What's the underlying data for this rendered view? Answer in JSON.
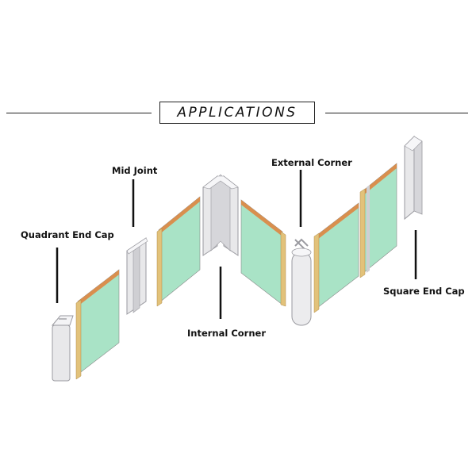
{
  "header": {
    "title": "APPLICATIONS"
  },
  "labels": {
    "quadrant_end_cap": "Quadrant End Cap",
    "mid_joint": "Mid Joint",
    "internal_corner": "Internal Corner",
    "external_corner": "External Corner",
    "square_end_cap": "Square End Cap"
  },
  "colors": {
    "panel_face": "#a9e3c6",
    "panel_edge": "#d98f4e",
    "panel_side": "#e2c27a",
    "profile": "#e8e8ea",
    "profile_dark": "#b8b8bc",
    "line": "#111111"
  }
}
